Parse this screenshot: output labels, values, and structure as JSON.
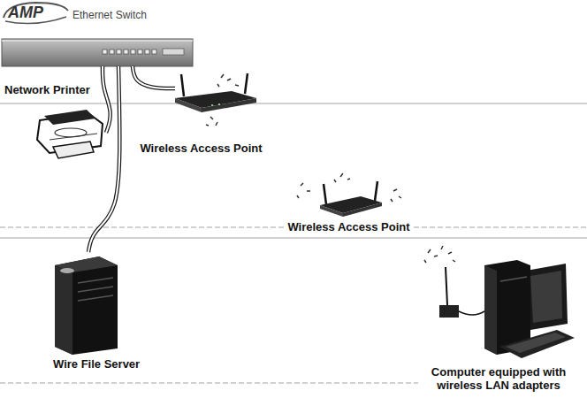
{
  "diagram": {
    "nodes": [
      {
        "text": [
          "Ethernet Switch"
        ]
      },
      {
        "text": [
          "Network Printer"
        ]
      },
      {
        "text": [
          "Wireless Access Point"
        ]
      },
      {
        "text": [
          "Wireless Access Point"
        ]
      },
      {
        "text": [
          "Wire File Server"
        ]
      },
      {
        "text": [
          "Computer equipped with wireless LAN adapters"
        ]
      }
    ],
    "edges": [
      {
        "from": 0,
        "to": 1,
        "arrow": "none"
      },
      {
        "from": 0,
        "to": 2,
        "arrow": "none"
      },
      {
        "from": 0,
        "to": 4,
        "arrow": "none"
      }
    ],
    "labels": [
      "AMP"
    ]
  }
}
